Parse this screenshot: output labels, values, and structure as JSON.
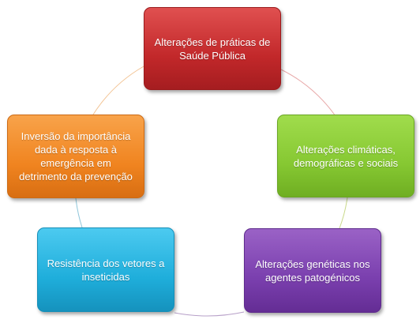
{
  "colors": {
    "red": "#c2282a",
    "green": "#86c832",
    "purple": "#7a3fae",
    "blue": "#1faedb",
    "orange": "#f08420",
    "arc_red": "#e8a9a9",
    "arc_green": "#c9d98a",
    "arc_purple": "#b7a0c8",
    "arc_blue": "#8fc6da",
    "arc_orange": "#f2c393"
  },
  "nodes": [
    {
      "label": "Alterações de práticas de Saúde Pública",
      "color": "red"
    },
    {
      "label": "Alterações climáticas, demográficas e sociais",
      "color": "green"
    },
    {
      "label": "Alterações genéticas nos agentes patogénicos",
      "color": "purple"
    },
    {
      "label": "Resistência dos vetores a inseticidas",
      "color": "blue"
    },
    {
      "label": "Inversão da importância dada à resposta à emergência em detrimento da prevenção",
      "color": "orange"
    }
  ]
}
